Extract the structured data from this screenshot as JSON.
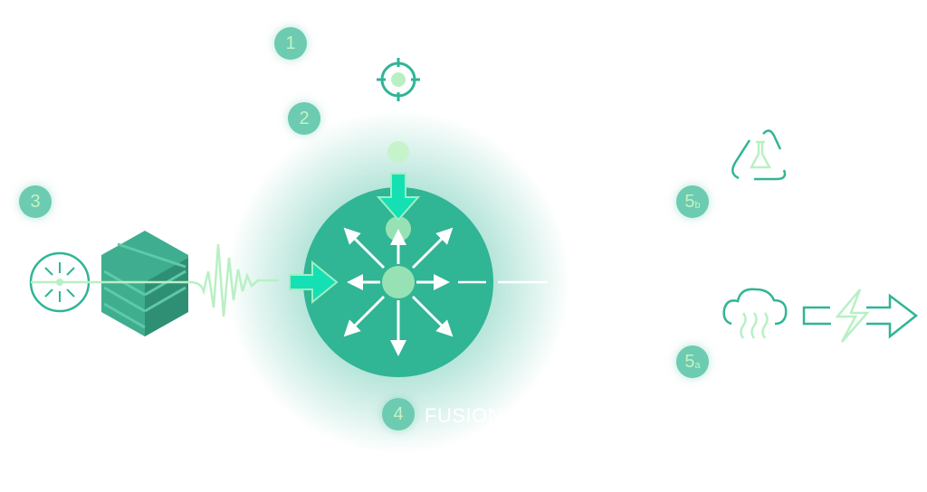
{
  "badges": {
    "b1": "1",
    "b2": "2",
    "b3": "3",
    "b4": "4",
    "b5b_num": "5",
    "b5b_sub": "b",
    "b5a_num": "5",
    "b5a_sub": "a"
  },
  "fusion_label": "FUSION",
  "colors": {
    "primary": "#30b595",
    "badge": "#6ccbb1",
    "light": "#b8f0c4",
    "accent": "#14e0b4"
  }
}
